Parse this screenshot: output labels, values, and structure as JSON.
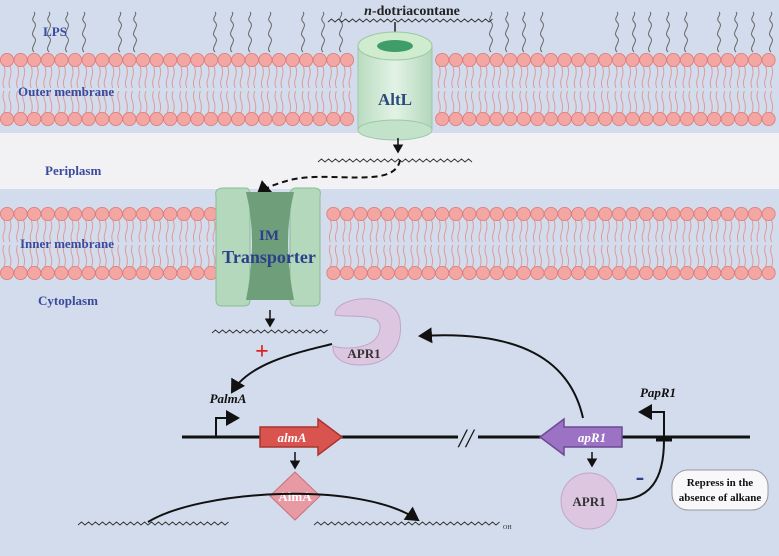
{
  "labels": {
    "lps": "LPS",
    "outer_membrane": "Outer membrane",
    "periplasm": "Periplasm",
    "inner_membrane": "Inner membrane",
    "cytoplasm": "Cytoplasm",
    "substrate": "n-dotriacontane",
    "substrate_italic": "n",
    "substrate_rest": "-dotriacontane",
    "altl": "AltL",
    "im_line1": "IM",
    "im_line2": "Transporter",
    "apr1_top": "APR1",
    "palma": "PalmA",
    "papr1": "PapR1",
    "alma_gene": "almA",
    "apr1_gene": "apR1",
    "alma_enzyme": "AlmA",
    "apr1_bottom": "APR1",
    "repress_line1": "Repress in the",
    "repress_line2": "absence of alkane",
    "plus_sign": "+",
    "minus_sign": "-",
    "gap_mark": "//",
    "oh": "OH"
  },
  "colors": {
    "background": "#d3dcec",
    "periplasm_band": "#f2f1f4",
    "lipid_head": "#f4a6a3",
    "lipid_head_stroke": "#d97b79",
    "label_blue": "#3a4a9c",
    "transporter_fill": "#c9e6cf",
    "transporter_dark": "#6b9b78",
    "gene_red": "#d9534f",
    "gene_purple": "#9b72c4",
    "enzyme_pink": "#e79aa3",
    "apr1_fill": "#dcc6e0",
    "activation_red": "#e02020"
  }
}
